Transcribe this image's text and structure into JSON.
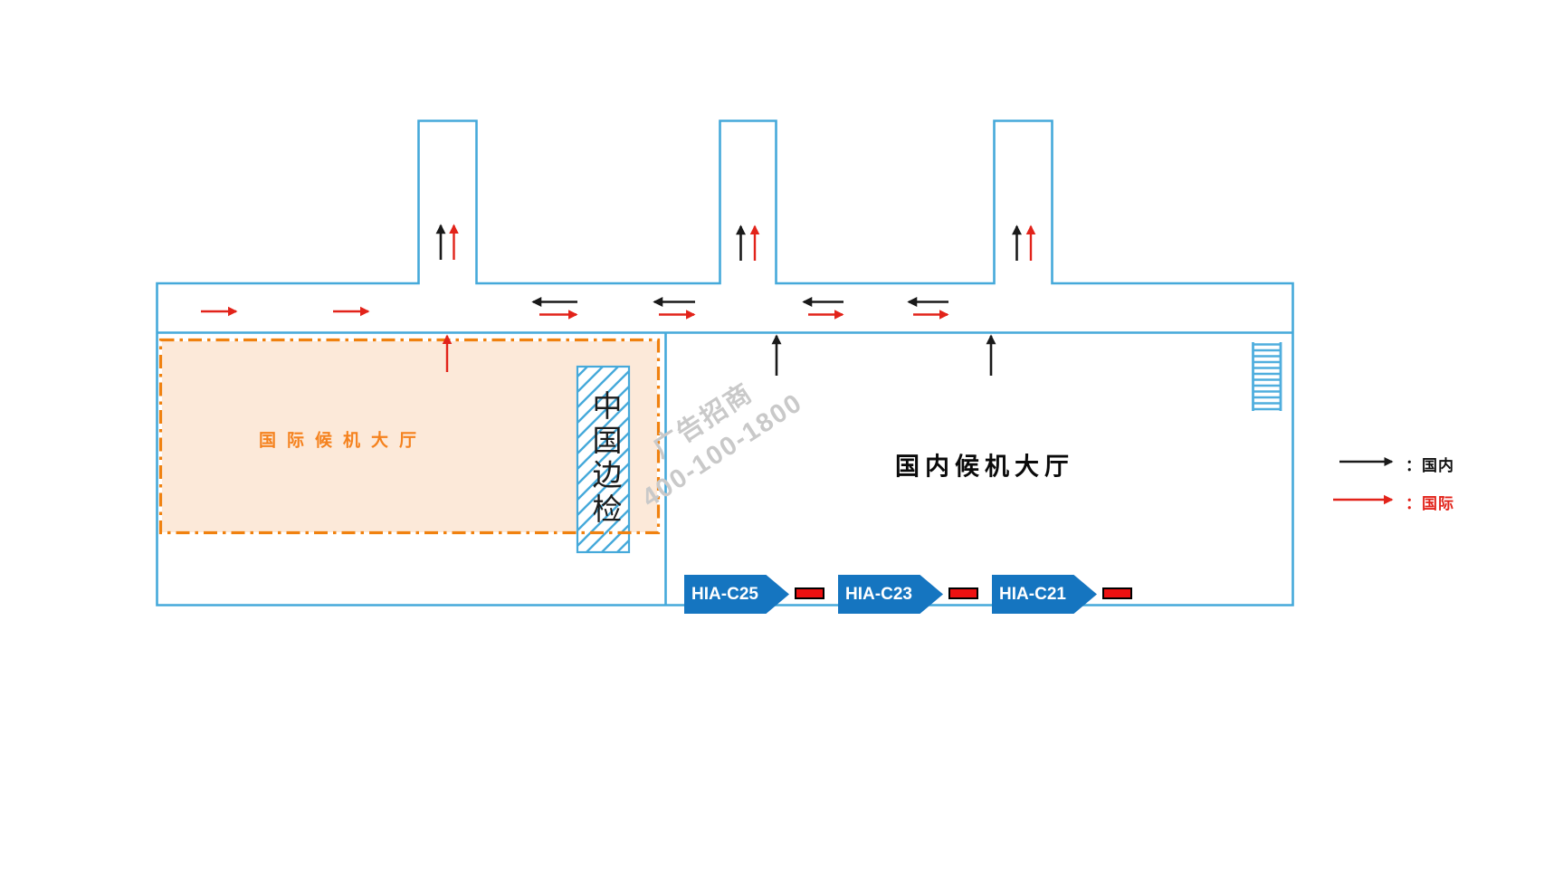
{
  "halls": {
    "international": {
      "label": "国际候机大厅"
    },
    "domestic": {
      "label": "国内候机大厅"
    },
    "border_inspection": {
      "label": "中国边检"
    }
  },
  "gates": [
    {
      "label": "HIA-C25"
    },
    {
      "label": "HIA-C23"
    },
    {
      "label": "HIA-C21"
    }
  ],
  "legend": {
    "items": [
      {
        "label": "：国内",
        "color": "#1a1a1a"
      },
      {
        "label": "：国际",
        "color": "#e2231a"
      }
    ]
  },
  "watermark": {
    "line1": "广告招商",
    "line2": "400-100-1800"
  },
  "icons": {
    "stairs": "stairs-icon",
    "domestic_flow": "black-arrow-icon",
    "international_flow": "red-arrow-icon"
  },
  "colors": {
    "wall_blue": "#45a9da",
    "international_fill": "#fce9d9",
    "international_border": "#f0810f",
    "gate_blue": "#1575c0",
    "ad_tag_red": "#ed1111",
    "arrow_domestic": "#1a1a1a",
    "arrow_international": "#e2231a",
    "watermark_gray": "#c9c9c9"
  }
}
